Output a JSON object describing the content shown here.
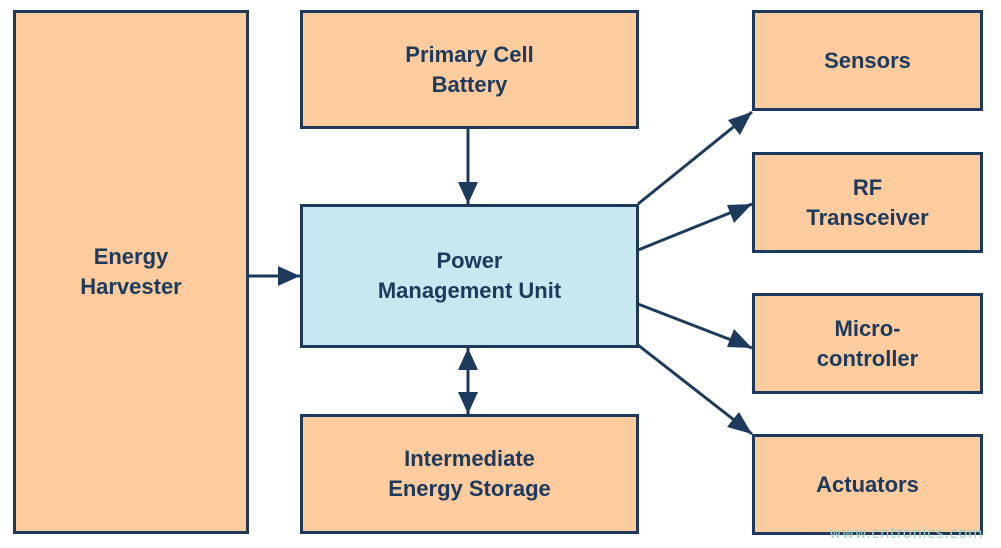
{
  "colors": {
    "block_fill": "#fccb9e",
    "pmu_fill": "#c8e8ef",
    "border": "#1d3a5c",
    "arrow": "#1d3a5c",
    "text": "#1d3a5c"
  },
  "blocks": {
    "energy_harvester": "Energy\nHarvester",
    "primary_cell_battery": "Primary Cell\nBattery",
    "power_management_unit": "Power\nManagement Unit",
    "intermediate_energy_storage": "Intermediate\nEnergy Storage",
    "sensors": "Sensors",
    "rf_transceiver": "RF\nTransceiver",
    "microcontroller": "Micro-\ncontroller",
    "actuators": "Actuators"
  },
  "connections": [
    {
      "from": "energy_harvester",
      "to": "power_management_unit",
      "direction": "forward"
    },
    {
      "from": "primary_cell_battery",
      "to": "power_management_unit",
      "direction": "forward"
    },
    {
      "from": "power_management_unit",
      "to": "intermediate_energy_storage",
      "direction": "bidirectional"
    },
    {
      "from": "power_management_unit",
      "to": "sensors",
      "direction": "forward"
    },
    {
      "from": "power_management_unit",
      "to": "rf_transceiver",
      "direction": "forward"
    },
    {
      "from": "power_management_unit",
      "to": "microcontroller",
      "direction": "forward"
    },
    {
      "from": "power_management_unit",
      "to": "actuators",
      "direction": "forward"
    }
  ],
  "watermark": "www.cntronics.com"
}
